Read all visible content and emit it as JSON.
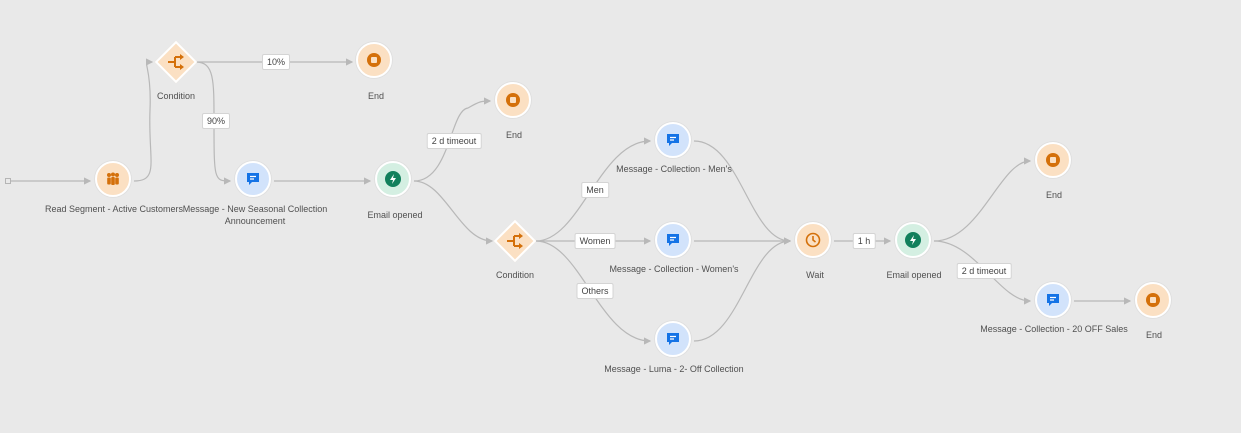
{
  "nodes": {
    "read_segment": {
      "label": "Read Segment - Active Customers"
    },
    "condition_1": {
      "label": "Condition"
    },
    "end_1": {
      "label": "End"
    },
    "message_seasonal": {
      "label": "Message - New Seasonal Collection Announcement"
    },
    "email_opened_1": {
      "label": "Email opened"
    },
    "end_2": {
      "label": "End"
    },
    "condition_2": {
      "label": "Condition"
    },
    "message_mens": {
      "label": "Message - Collection - Men's"
    },
    "message_womens": {
      "label": "Message - Collection - Women's"
    },
    "message_luma": {
      "label": "Message - Luma - 2- Off Collection"
    },
    "wait": {
      "label": "Wait"
    },
    "email_opened_2": {
      "label": "Email opened"
    },
    "end_3": {
      "label": "End"
    },
    "message_20off": {
      "label": "Message - Collection - 20 OFF Sales"
    },
    "end_4": {
      "label": "End"
    }
  },
  "edges": {
    "pct_10": "10%",
    "pct_90": "90%",
    "timeout_1": "2 d timeout",
    "men": "Men",
    "women": "Women",
    "others": "Others",
    "wait_1h": "1 h",
    "timeout_2": "2 d timeout"
  },
  "colors": {
    "orange_bg": "#fbe0c3",
    "orange_icon": "#d4700a",
    "blue_bg": "#d2e3fb",
    "blue_icon": "#1473e6",
    "green_bg": "#d4efe2",
    "green_icon": "#12805c",
    "connector": "#b8b8b8"
  }
}
